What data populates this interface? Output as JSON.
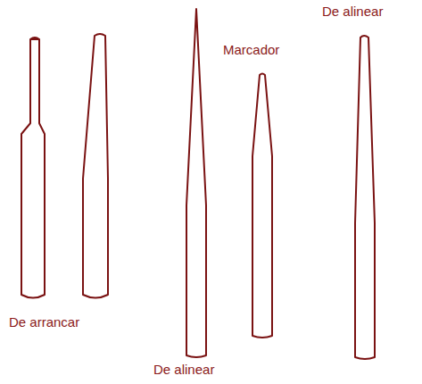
{
  "diagram": {
    "labels": [
      "De alinear",
      "Marcador",
      "De arrancar",
      "De alinear"
    ]
  }
}
